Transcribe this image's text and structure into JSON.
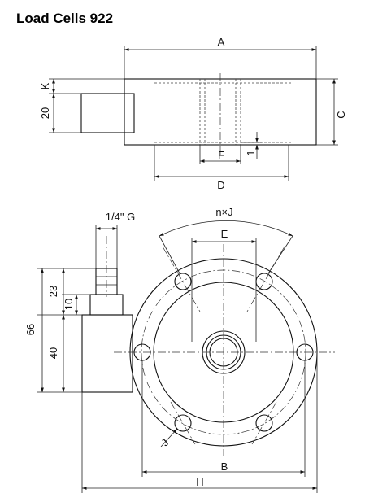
{
  "title": "Load Cells 922",
  "top_view": {
    "dim_A": "A",
    "dim_K": "K",
    "dim_20": "20",
    "dim_C": "C",
    "dim_F": "F",
    "dim_1": "1",
    "dim_D": "D"
  },
  "front_view": {
    "thread": "1/4\" G",
    "bolt_pattern": "n×J",
    "dim_E": "E",
    "dim_23": "23",
    "dim_10": "10",
    "dim_66": "66",
    "dim_40": "40",
    "dim_J": "J",
    "dim_B": "B",
    "dim_H": "H"
  }
}
